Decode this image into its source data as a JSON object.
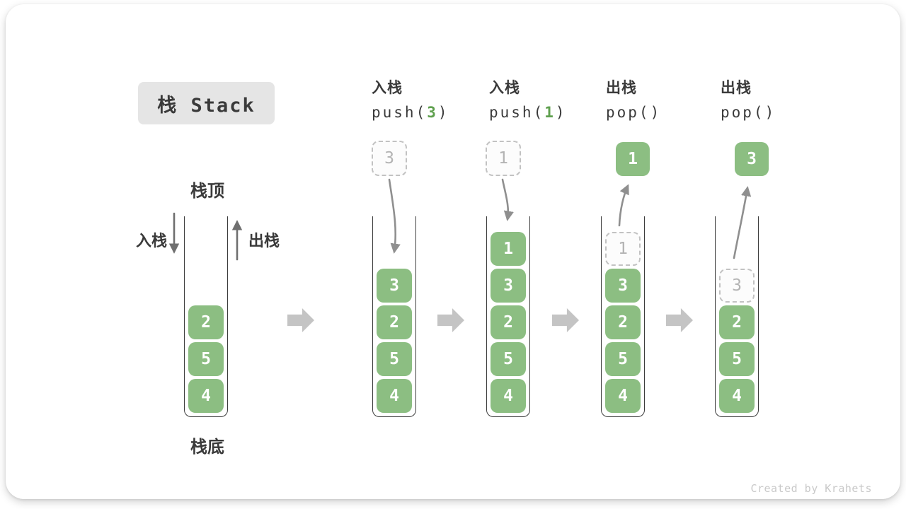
{
  "title": "栈 Stack",
  "labels": {
    "top": "栈顶",
    "bottom": "栈底",
    "push_side": "入栈",
    "pop_side": "出栈"
  },
  "operations": [
    {
      "name": "入栈",
      "code_pre": "push(",
      "code_arg": "3",
      "code_post": ")"
    },
    {
      "name": "入栈",
      "code_pre": "push(",
      "code_arg": "1",
      "code_post": ")"
    },
    {
      "name": "出栈",
      "code_pre": "pop(",
      "code_arg": "",
      "code_post": ")"
    },
    {
      "name": "出栈",
      "code_pre": "pop(",
      "code_arg": "",
      "code_post": ")"
    }
  ],
  "stacks": [
    {
      "floating": null,
      "cells": [
        {
          "value": "2",
          "style": "solid"
        },
        {
          "value": "5",
          "style": "solid"
        },
        {
          "value": "4",
          "style": "solid"
        }
      ]
    },
    {
      "floating": {
        "value": "3",
        "style": "dashed"
      },
      "arrow": "in",
      "cells": [
        {
          "value": "3",
          "style": "solid"
        },
        {
          "value": "2",
          "style": "solid"
        },
        {
          "value": "5",
          "style": "solid"
        },
        {
          "value": "4",
          "style": "solid"
        }
      ]
    },
    {
      "floating": {
        "value": "1",
        "style": "dashed"
      },
      "arrow": "in",
      "cells": [
        {
          "value": "1",
          "style": "solid"
        },
        {
          "value": "3",
          "style": "solid"
        },
        {
          "value": "2",
          "style": "solid"
        },
        {
          "value": "5",
          "style": "solid"
        },
        {
          "value": "4",
          "style": "solid"
        }
      ]
    },
    {
      "floating": {
        "value": "1",
        "style": "solid"
      },
      "arrow": "out",
      "cells": [
        {
          "value": "1",
          "style": "dashed"
        },
        {
          "value": "3",
          "style": "solid"
        },
        {
          "value": "2",
          "style": "solid"
        },
        {
          "value": "5",
          "style": "solid"
        },
        {
          "value": "4",
          "style": "solid"
        }
      ]
    },
    {
      "floating": {
        "value": "3",
        "style": "solid"
      },
      "arrow": "out",
      "cells": [
        {
          "value": "3",
          "style": "dashed"
        },
        {
          "value": "2",
          "style": "solid"
        },
        {
          "value": "5",
          "style": "solid"
        },
        {
          "value": "4",
          "style": "solid"
        }
      ]
    }
  ],
  "footer": "Created by Krahets",
  "colors": {
    "cell_green": "#8cbe82",
    "code_green": "#5fa04e",
    "dashed_border": "#c2c2c2",
    "dashed_text": "#b3b3b3",
    "arrow_gray": "#8f8f8f",
    "flow_arrow": "#c4c4c4",
    "title_bg": "#e5e5e5",
    "text_dark": "#3a3a3a"
  }
}
